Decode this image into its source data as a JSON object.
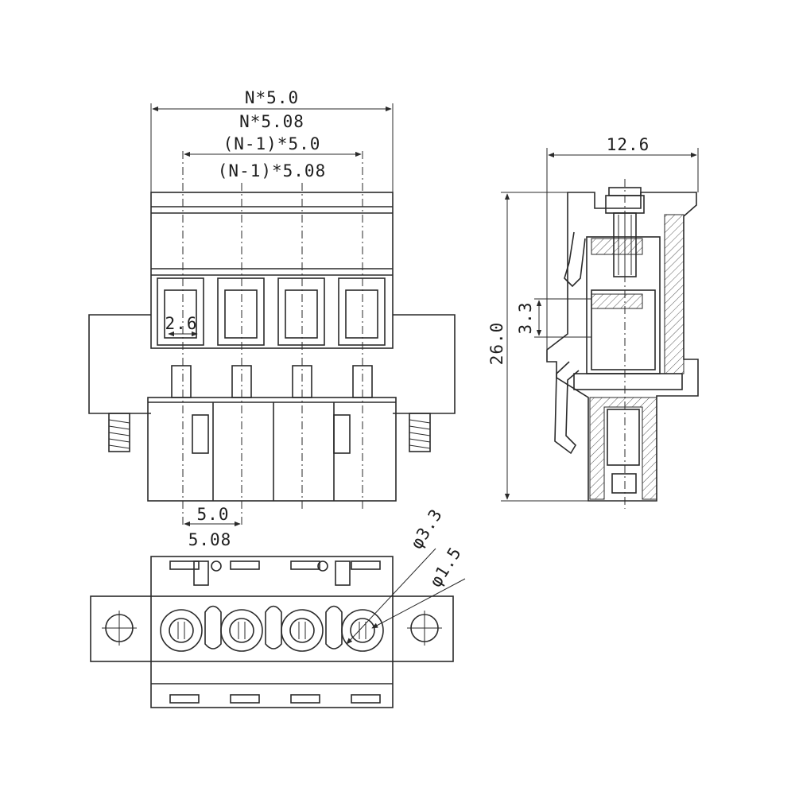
{
  "dimensions": {
    "n_5_0": "N*5.0",
    "n_5_08": "N*5.08",
    "n1_5_0": "(N-1)*5.0",
    "n1_5_08": "(N-1)*5.08",
    "width_2_6": "2.6",
    "pitch_5_0": "5.0",
    "pitch_5_08": "5.08",
    "side_width": "12.6",
    "side_height": "26.0",
    "opening_3_3": "3.3",
    "dia_3_3": "φ3.3",
    "dia_1_5": "φ1.5"
  },
  "colors": {
    "line": "#2a2a2a",
    "background": "#ffffff"
  }
}
